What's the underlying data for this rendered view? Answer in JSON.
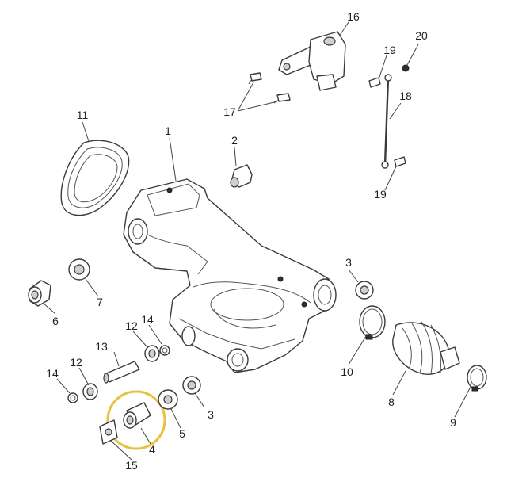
{
  "diagram": {
    "callouts": {
      "c1": "1",
      "c2": "2",
      "c3a": "3",
      "c3b": "3",
      "c4": "4",
      "c5": "5",
      "c6": "6",
      "c7": "7",
      "c8": "8",
      "c9": "9",
      "c10": "10",
      "c11": "11",
      "c12a": "12",
      "c12b": "12",
      "c13": "13",
      "c14a": "14",
      "c14b": "14",
      "c15": "15",
      "c16": "16",
      "c17": "17",
      "c18": "18",
      "c19a": "19",
      "c19b": "19",
      "c20": "20"
    },
    "highlight_color": "#E8C23A",
    "highlighted_part": "4"
  }
}
